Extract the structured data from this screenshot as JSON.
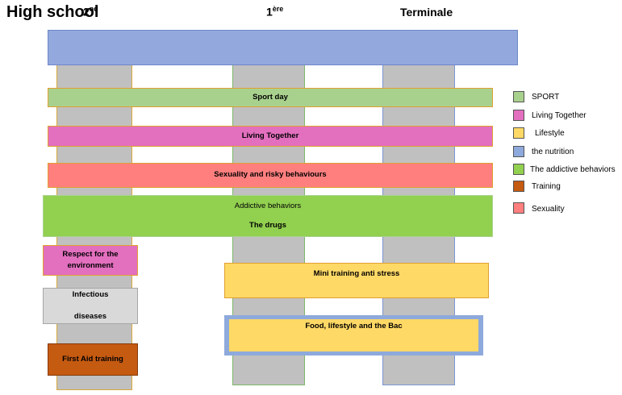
{
  "title": "High school",
  "header": {
    "col1_base": "2",
    "col1_sup": "nd",
    "col2_base": "1",
    "col2_sup": "ère",
    "col3": "Terminale"
  },
  "bars": {
    "sport": "Sport day",
    "living": "Living Together",
    "sexuality": "Sexuality and risky behaviours",
    "addictive_line1": "Addictive behaviors",
    "addictive_line2": "The drugs",
    "respect": "Respect for the environment",
    "infectious_line1": "Infectious",
    "infectious_line2": "diseases",
    "first_aid": "First Aid training",
    "mini_training": "Mini training anti stress",
    "food": "Food, lifestyle and the Bac"
  },
  "legend": [
    {
      "label": "SPORT",
      "color": "#a9d18e"
    },
    {
      "label": "Living Together",
      "color": "#e36fbf"
    },
    {
      "label": "Lifestyle",
      "color": "#ffd966"
    },
    {
      "label": "the nutrition",
      "color": "#8ea9db"
    },
    {
      "label": "The addictive behaviors",
      "color": "#92d050"
    },
    {
      "label": "Training",
      "color": "#c55a11"
    },
    {
      "label": "Sexuality",
      "color": "#ff7f7f"
    }
  ]
}
